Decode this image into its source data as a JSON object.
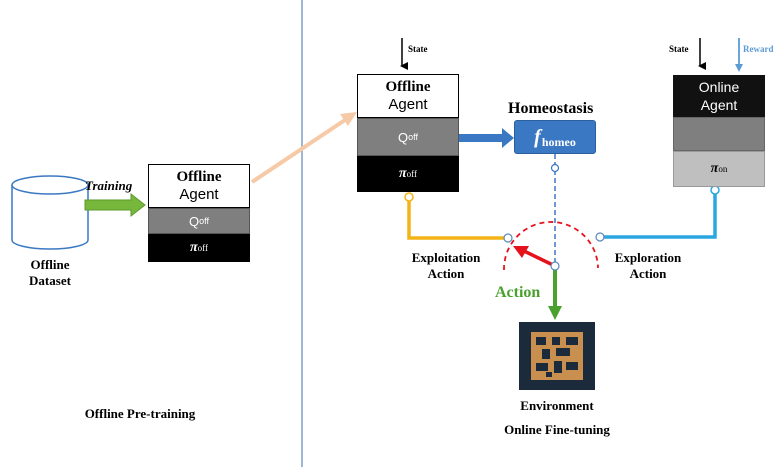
{
  "left": {
    "dataset_label": "Offline Dataset",
    "training_label": "Training",
    "agent_line1": "Offline",
    "agent_line2": "Agent",
    "q_label": "Q",
    "q_sup": "off",
    "pi_label": "π",
    "pi_sup": "off",
    "section_title": "Offline Pre-training"
  },
  "right": {
    "offline_state_label": "State",
    "offline_agent_line1": "Offline",
    "offline_agent_line2": "Agent",
    "offline_q_label": "Q",
    "offline_q_sup": "off",
    "offline_pi_label": "π",
    "offline_pi_sup": "off",
    "homeostasis_title": "Homeostasis",
    "fhomeo_f": "f",
    "fhomeo_sub": "homeo",
    "online_state_label": "State",
    "online_reward_label": "Reward",
    "online_agent_line1": "Online",
    "online_agent_line2": "Agent",
    "online_pi_label": "π",
    "online_pi_sup": "on",
    "exploitation_label": "Exploitation Action",
    "exploration_label": "Exploration Action",
    "action_label": "Action",
    "environment_label": "Environment",
    "section_title": "Online Fine-tuning"
  },
  "colors": {
    "training_arrow": "#77b73c",
    "peach_arrow": "#f6c9a7",
    "blue_box": "#3a78c3",
    "yellow_line": "#f2b417",
    "cyan_line": "#2aa6e0",
    "red_arc": "#e5121b",
    "action_green": "#4aa12e",
    "reward_blue": "#5b9bd5",
    "env_tan": "#c88f4e",
    "env_dark": "#1c2b3c"
  }
}
